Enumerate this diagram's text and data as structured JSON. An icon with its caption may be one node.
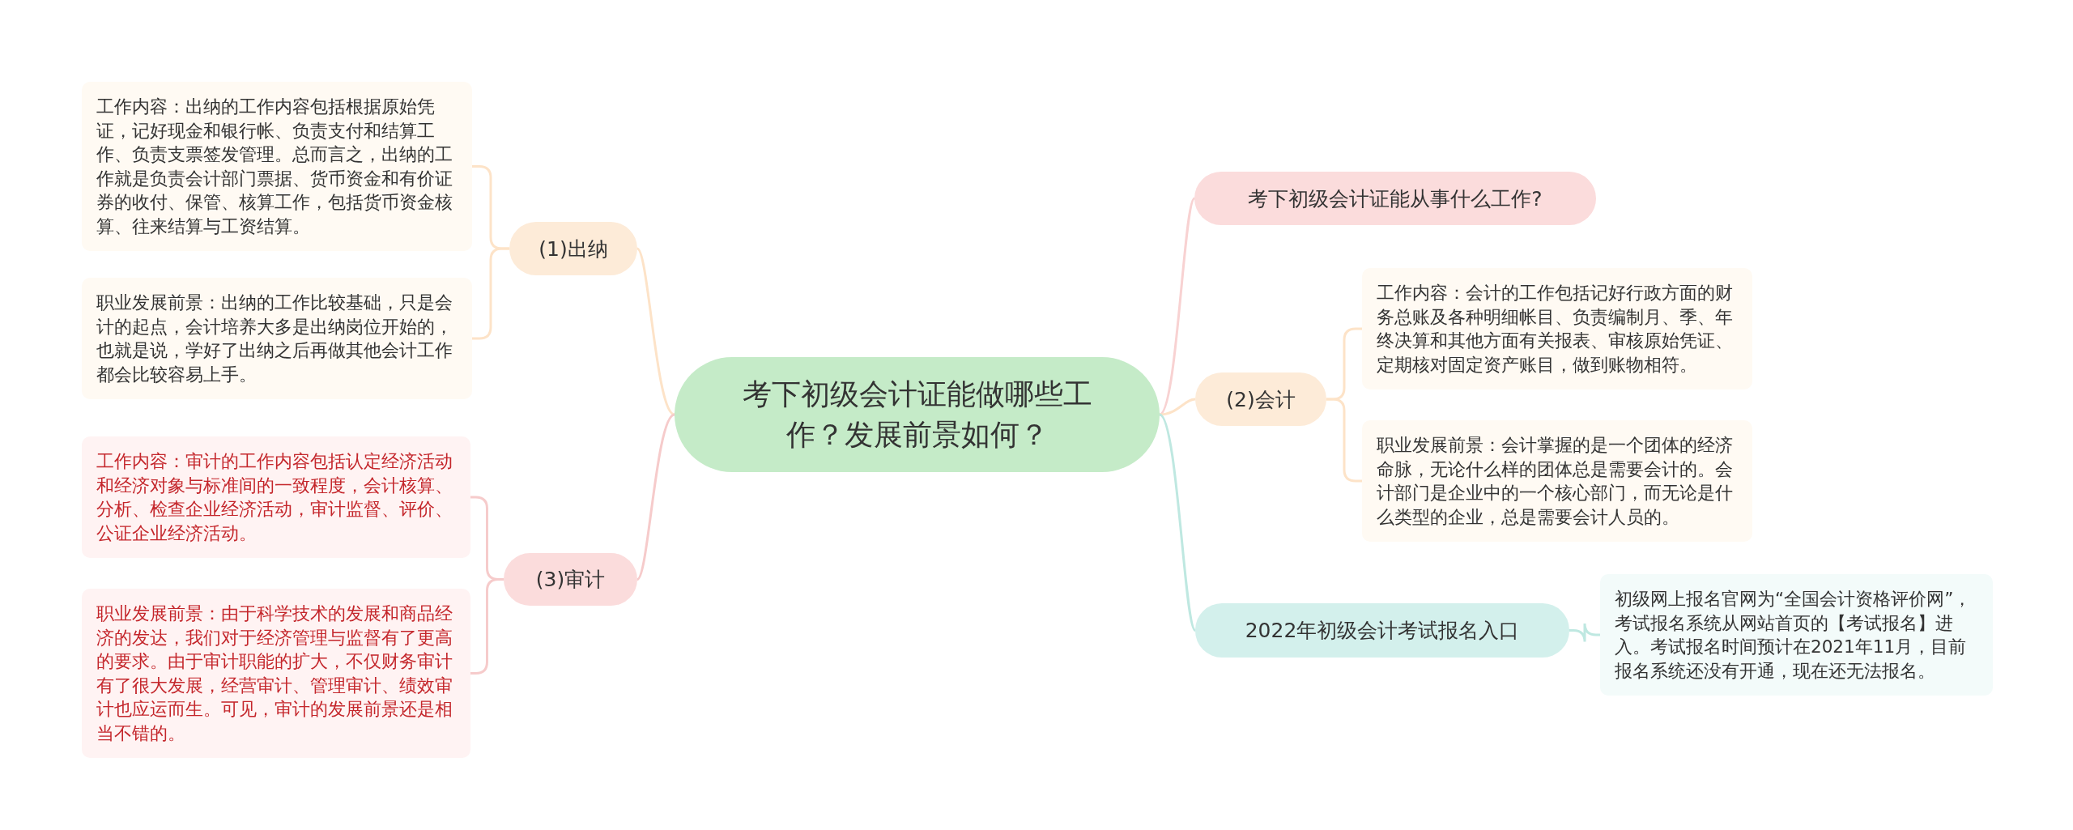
{
  "diagram": {
    "nodes": [
      {
        "text": [
          "考下初级会计证能做哪些工作？发展前景如何？"
        ]
      },
      {
        "text": [
          "(1)出纳"
        ]
      },
      {
        "text": [
          "工作内容：出纳的工作内容包括根据原始凭证，记好现金和银行帐、负责支付和结算工作、负责支票签发管理。总而言之，出纳的工作就是负责会计部门票据、货币资金和有价证券的收付、保管、核算工作，包括货币资金核算、往来结算与工资结算。"
        ]
      },
      {
        "text": [
          "职业发展前景：出纳的工作比较基础，只是会计的起点，会计培养大多是出纳岗位开始的，也就是说，学好了出纳之后再做其他会计工作都会比较容易上手。"
        ]
      },
      {
        "text": [
          "考下初级会计证能从事什么工作?"
        ]
      },
      {
        "text": [
          "(2)会计"
        ]
      },
      {
        "text": [
          "工作内容：会计的工作包括记好行政方面的财务总账及各种明细帐目、负责编制月、季、年终决算和其他方面有关报表、审核原始凭证、定期核对固定资产账目，做到账物相符。"
        ]
      },
      {
        "text": [
          "职业发展前景：会计掌握的是一个团体的经济命脉，无论什么样的团体总是需要会计的。会计部门是企业中的一个核心部门，而无论是什么类型的企业，总是需要会计人员的。"
        ]
      },
      {
        "text": [
          "(3)审计"
        ]
      },
      {
        "text": [
          "工作内容：审计的工作内容包括认定经济活动和经济对象与标准间的一致程度，会计核算、分析、检查企业经济活动，审计监督、评价、公证企业经济活动。"
        ]
      },
      {
        "text": [
          "职业发展前景：由于科学技术的发展和商品经济的发达，我们对于经济管理与监督有了更高的要求。由于审计职能的扩大，不仅财务审计有了很大发展，经营审计、管理审计、绩效审计也应运而生。可见，审计的发展前景还是相当不错的。"
        ]
      },
      {
        "text": [
          "2022年初级会计考试报名入口"
        ]
      },
      {
        "text": [
          "初级网上报名官网为“全国会计资格评价网”，考试报名系统从网站首页的【考试报名】进入。考试报名时间预计在2021年11月，目前报名系统还没有开通，现在还无法报名。"
        ]
      }
    ],
    "edges": [
      {
        "from": 0,
        "to": 1,
        "arrow": "none",
        "color": "#fde3c8"
      },
      {
        "from": 1,
        "to": 2,
        "arrow": "none",
        "color": "#fde3c8"
      },
      {
        "from": 1,
        "to": 3,
        "arrow": "none",
        "color": "#fde3c8"
      },
      {
        "from": 0,
        "to": 4,
        "arrow": "none",
        "color": "#f8d2d2"
      },
      {
        "from": 0,
        "to": 5,
        "arrow": "none",
        "color": "#fde3c8"
      },
      {
        "from": 5,
        "to": 6,
        "arrow": "none",
        "color": "#fde3c8"
      },
      {
        "from": 5,
        "to": 7,
        "arrow": "none",
        "color": "#fde3c8"
      },
      {
        "from": 0,
        "to": 8,
        "arrow": "none",
        "color": "#f6cbcb"
      },
      {
        "from": 8,
        "to": 9,
        "arrow": "none",
        "color": "#f6cbcb"
      },
      {
        "from": 8,
        "to": 10,
        "arrow": "none",
        "color": "#f6cbcb"
      },
      {
        "from": 0,
        "to": 11,
        "arrow": "none",
        "color": "#bfe8e1"
      },
      {
        "from": 11,
        "to": 12,
        "arrow": "none",
        "color": "#bfe8e1"
      }
    ]
  }
}
